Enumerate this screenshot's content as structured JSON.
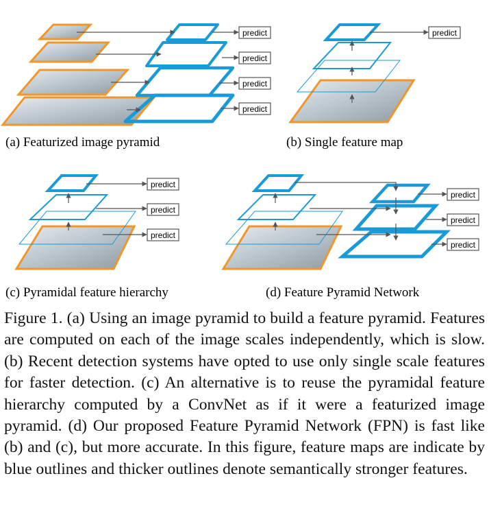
{
  "panels": [
    {
      "id": "a",
      "caption": "(a) Featurized image pyramid",
      "predict_labels": [
        "predict",
        "predict",
        "predict",
        "predict"
      ]
    },
    {
      "id": "b",
      "caption": "(b) Single feature map",
      "predict_labels": [
        "predict"
      ]
    },
    {
      "id": "c",
      "caption": "(c) Pyramidal feature hierarchy",
      "predict_labels": [
        "predict",
        "predict",
        "predict"
      ]
    },
    {
      "id": "d",
      "caption": "(d) Feature Pyramid Network",
      "predict_labels": [
        "predict",
        "predict",
        "predict"
      ]
    }
  ],
  "figure_caption": "Figure 1. (a) Using an image pyramid to build a feature pyramid. Features are computed on each of the image scales independently, which is slow. (b) Recent detection systems have opted to use only single scale features for faster detection. (c) An alternative is to reuse the pyramidal feature hierarchy computed by a ConvNet as if it were a featurized image pyramid. (d) Our proposed Feature Pyramid Network (FPN) is fast like (b) and (c), but more accurate. In this figure, feature maps are indicate by blue outlines and thicker outlines denote semantically stronger features.",
  "colors": {
    "feature_map": "#1a9ad7",
    "image_border": "#f0962a",
    "image_fill": "#cfd8e0",
    "arrow": "#555555"
  }
}
